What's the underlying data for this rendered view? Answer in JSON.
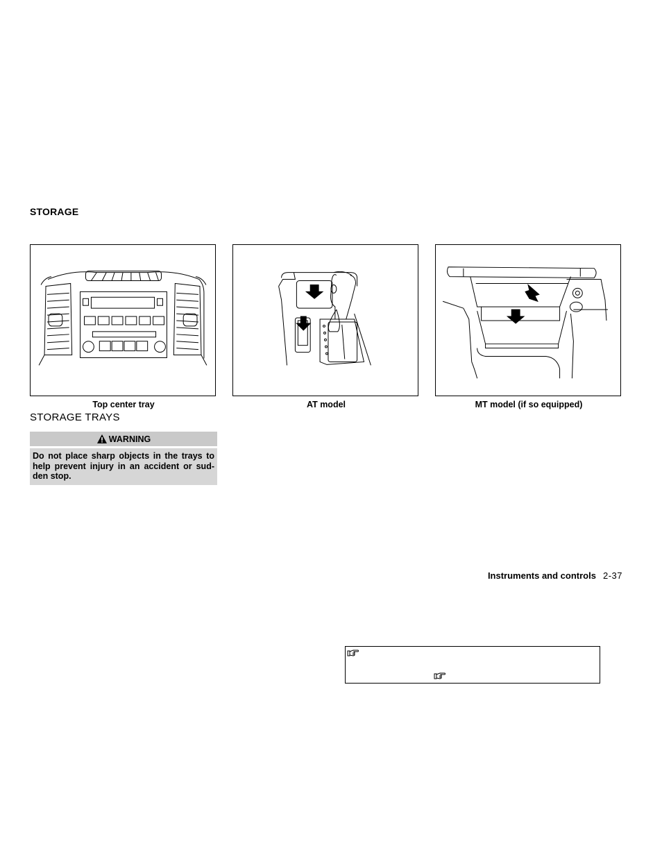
{
  "section": {
    "title": "STORAGE"
  },
  "figures": [
    {
      "caption": "Top center tray"
    },
    {
      "caption": "AT model"
    },
    {
      "caption": "MT model (if so equipped)"
    }
  ],
  "subsection": {
    "title": "STORAGE TRAYS"
  },
  "warning": {
    "label": "WARNING",
    "text": "Do not place sharp objects in the trays to help prevent injury in an accident or sud-den stop."
  },
  "footer": {
    "section": "Instruments and controls",
    "page": "2-37"
  },
  "icons": [
    "warning-triangle-icon",
    "pointing-hand-icon",
    "pointing-hand-icon"
  ]
}
